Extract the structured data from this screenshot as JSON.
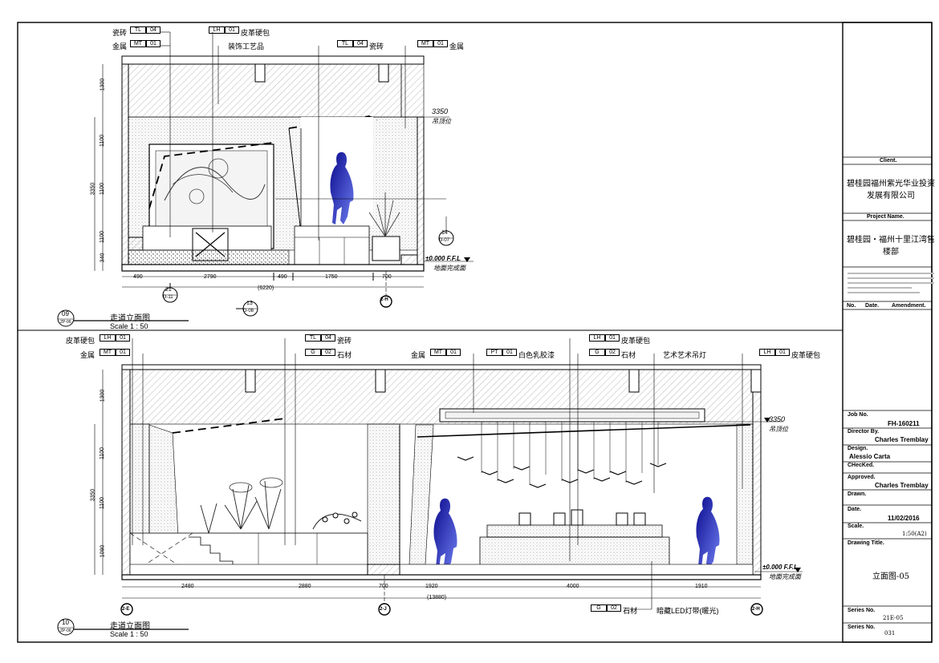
{
  "views": [
    {
      "number": "09",
      "ref": "ZP-06",
      "title": "走道立面图",
      "scale": "Scale 1 : 50",
      "top_labels": [
        {
          "name": "瓷砖",
          "code": "TL",
          "num": "04"
        },
        {
          "name": "金属",
          "code": "MT",
          "num": "01"
        },
        {
          "name": "皮革硬包",
          "code": "LH",
          "num": "01"
        },
        {
          "name": "装饰工艺品",
          "code": "",
          "num": ""
        },
        {
          "name": "瓷砖",
          "code": "TL",
          "num": "04"
        },
        {
          "name": "金属",
          "code": "MT",
          "num": "01"
        }
      ],
      "level_ceiling": "3350",
      "level_ceiling_note": "吊顶位",
      "level_floor": "±0.000 F.F.L",
      "level_floor_note": "地面完成面",
      "vertical_dims": [
        "1300",
        "1100",
        "1100",
        "1100",
        "340"
      ],
      "total_height": "3350",
      "horizontal_dims": [
        "490",
        "2790",
        "490",
        "1750",
        "700"
      ],
      "total_width": "(6220)",
      "callouts": [
        {
          "top": "21",
          "bottom": "D-11"
        },
        {
          "top": "13",
          "bottom": "D-08"
        },
        {
          "top": "14",
          "bottom": "D-07"
        }
      ],
      "grid_marker": "2-H"
    },
    {
      "number": "10",
      "ref": "ZP-06",
      "title": "走道立面图",
      "scale": "Scale 1 : 50",
      "top_labels": [
        {
          "name": "皮革硬包",
          "code": "LH",
          "num": "01"
        },
        {
          "name": "金属",
          "code": "MT",
          "num": "01"
        },
        {
          "name": "瓷砖",
          "code": "TL",
          "num": "04"
        },
        {
          "name": "石材",
          "code": "G",
          "num": "02"
        },
        {
          "name": "金属",
          "code": "MT",
          "num": "01"
        },
        {
          "name": "白色乳胶漆",
          "code": "PT",
          "num": "01"
        },
        {
          "name": "皮革硬包",
          "code": "LH",
          "num": "01"
        },
        {
          "name": "石材",
          "code": "G",
          "num": "02"
        },
        {
          "name": "艺术艺术吊灯",
          "code": "",
          "num": ""
        },
        {
          "name": "皮革硬包",
          "code": "LH",
          "num": "01"
        }
      ],
      "bottom_labels": [
        {
          "name": "石材",
          "code": "G",
          "num": "02"
        },
        {
          "name": "暗藏LED灯带(暖光)",
          "code": "",
          "num": ""
        }
      ],
      "level_ceiling": "3350",
      "level_ceiling_note": "吊顶位",
      "level_floor": "±0.000 F.F.L",
      "level_floor_note": "地面完成面",
      "vertical_dims": [
        "1300",
        "1100",
        "1100",
        "1090"
      ],
      "total_height": "3350",
      "horizontal_dims": [
        "2480",
        "2880",
        "700",
        "1920",
        "4000",
        "1910"
      ],
      "total_width": "(13880)",
      "grid_markers": [
        "2-E",
        "2-J",
        "2-H"
      ]
    }
  ],
  "title_block": {
    "client_label": "Client.",
    "client_value": "碧桂园福州紫光华业投资发展有限公司",
    "project_label": "Project Name.",
    "project_value": "碧桂园・福州十里江湾售楼部",
    "rev_headers": [
      "No.",
      "Date.",
      "Amendment."
    ],
    "job_label": "Job No.",
    "job_value": "FH-160211",
    "director_label": "Director By.",
    "director_value": "Charles Tremblay",
    "design_label": "Design.",
    "design_value": "Alessio Carta",
    "checked_label": "CHecKed.",
    "approved_label": "Approved.",
    "approved_value": "Charles Tremblay",
    "drawn_label": "Drawn.",
    "date_label": "Date.",
    "date_value": "11/02/2016",
    "scale_label": "Scale.",
    "scale_value": "1:50(A2)",
    "drawing_title_label": "Drawing Title.",
    "drawing_title_value": "立面图-05",
    "series_label": "Series No.",
    "series_value": "21E-05",
    "series_label2": "Series No.",
    "series_value2": "031"
  },
  "colors": {
    "figure_dark": "#0a0a8c",
    "figure_light": "#6d7cf0",
    "hatch": "#999999"
  }
}
